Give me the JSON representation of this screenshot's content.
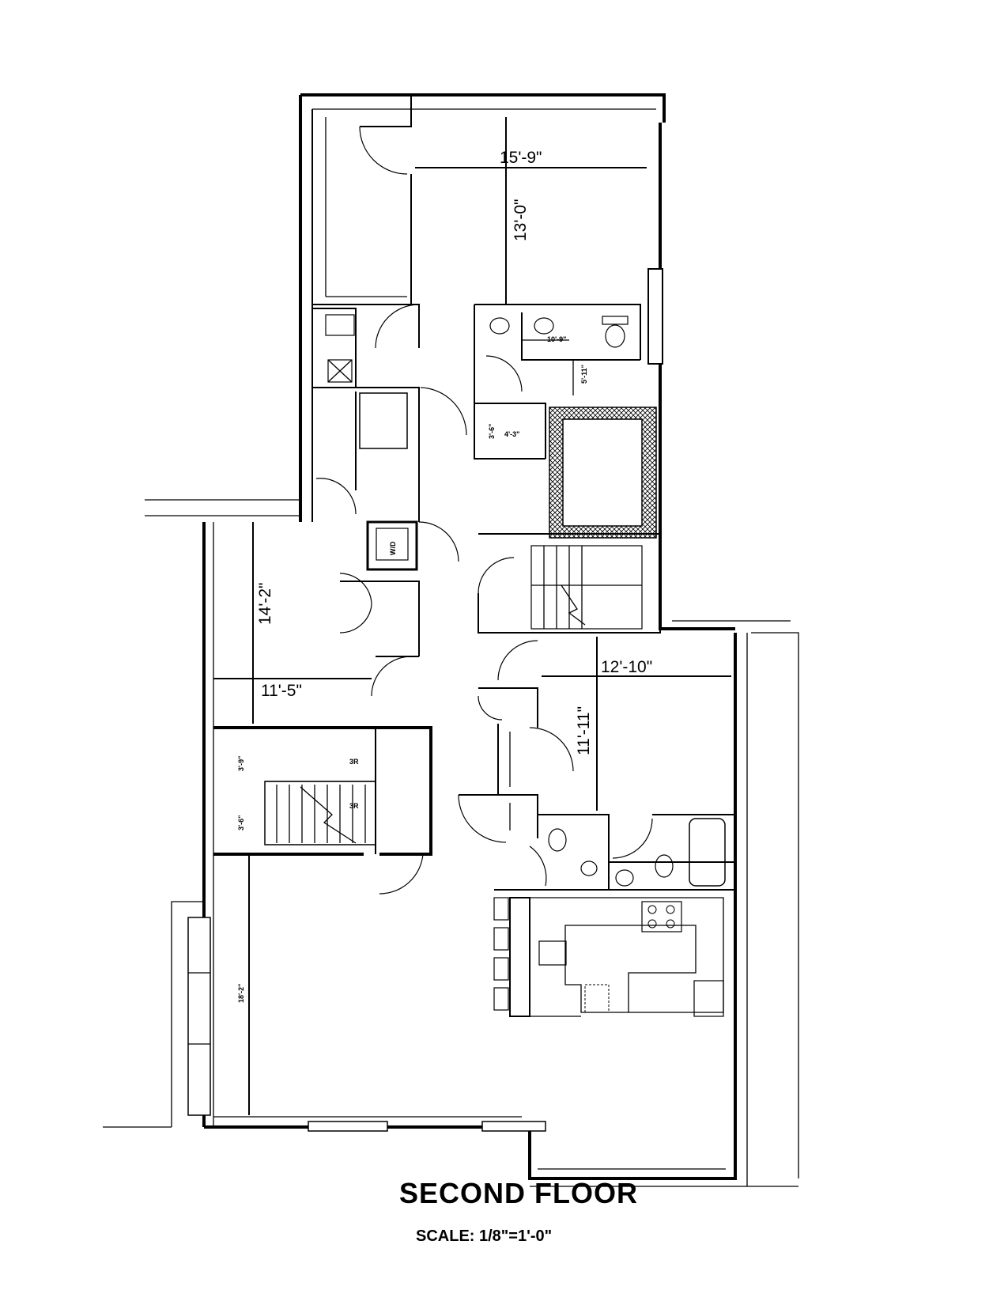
{
  "title": "SECOND FLOOR",
  "scale": "SCALE: 1/8\"=1'-0\"",
  "dimensions": {
    "bedroom_width": "15'-9\"",
    "bedroom_depth": "13'-0\"",
    "bath_width": "10'-9\"",
    "bath_depth": "5'-11\"",
    "shower_depth": "3'-6\"",
    "shower_width": "4'-3\"",
    "room2_depth": "14'-2\"",
    "room2_width": "11'-5\"",
    "room3_width": "12'-10\"",
    "room3_depth": "11'-11\"",
    "stair_upper": "3'-9\"",
    "stair_lower": "3'-6\"",
    "living_depth": "18'-2\""
  },
  "labels": {
    "washer_dryer": "W/D",
    "riser_upper": "3R",
    "riser_lower": "3R"
  }
}
